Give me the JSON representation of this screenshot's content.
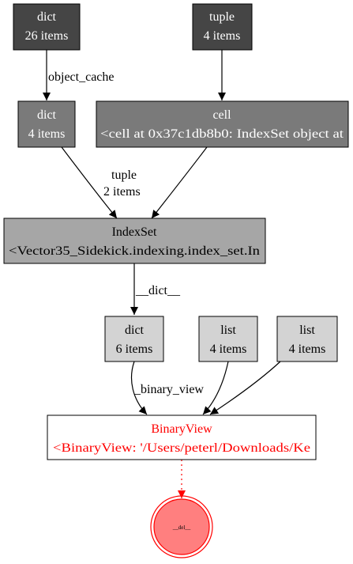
{
  "colors": {
    "dark": "#454545",
    "mid": "#7a7a7a",
    "light_mid": "#a6a6a6",
    "light": "#d3d3d3",
    "white": "#ffffff",
    "red": "#ff0000",
    "target_fill": "#ff7f7f"
  },
  "nodes": {
    "dict_26": {
      "line1": "dict",
      "line2": "26 items"
    },
    "tuple_4": {
      "line1": "tuple",
      "line2": "4 items"
    },
    "dict_4": {
      "line1": "dict",
      "line2": "4 items"
    },
    "cell": {
      "line1": "cell",
      "line2": "<cell at 0x37c1db8b0: IndexSet object at"
    },
    "indexset": {
      "line1": "IndexSet",
      "line2": "<Vector35_Sidekick.indexing.index_set.In"
    },
    "dict_6": {
      "line1": "dict",
      "line2": "6 items"
    },
    "list_a": {
      "line1": "list",
      "line2": "4 items"
    },
    "list_b": {
      "line1": "list",
      "line2": "4 items"
    },
    "binaryview": {
      "line1": "BinaryView",
      "line2": "<BinaryView: '/Users/peterl/Downloads/Ke"
    },
    "del_target": {
      "label": "__del__"
    }
  },
  "edge_labels": {
    "object_cache": "object_cache",
    "tuple_line1": "tuple",
    "tuple_line2": "2 items",
    "dict_attr": "__dict__",
    "binary_view": "_binary_view"
  }
}
